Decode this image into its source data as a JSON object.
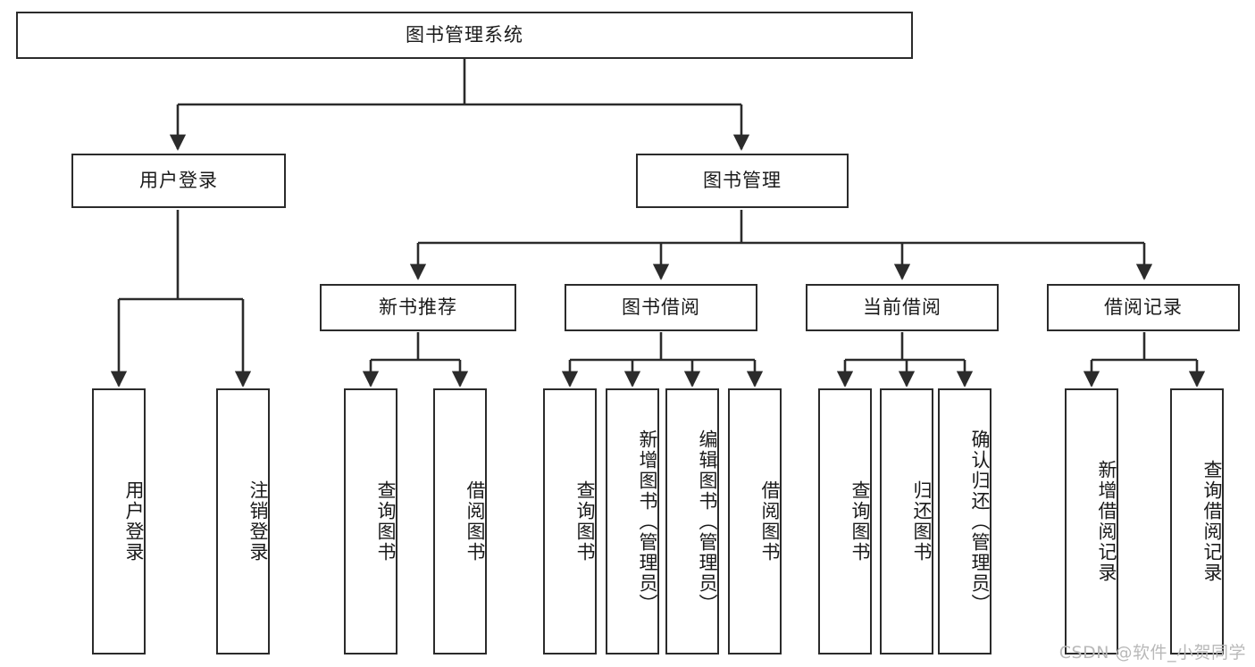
{
  "diagram": {
    "title": "图书管理系统",
    "type": "tree-hierarchy",
    "background_color": "#ffffff",
    "line_color": "#2b2b2b",
    "box_border_color": "#2b2b2b",
    "box_fill_color": "#ffffff",
    "text_color": "#1a1a1a"
  },
  "root": {
    "label": "图书管理系统"
  },
  "level2": {
    "user_login": {
      "label": "用户登录"
    },
    "book_manage": {
      "label": "图书管理"
    }
  },
  "level3": {
    "new_book_rec": {
      "label": "新书推荐"
    },
    "book_borrow": {
      "label": "图书借阅"
    },
    "current_borrow": {
      "label": "当前借阅"
    },
    "borrow_record": {
      "label": "借阅记录"
    }
  },
  "leaves": {
    "user_login": [
      {
        "label": "用户登录"
      },
      {
        "label": "注销登录"
      }
    ],
    "new_book_rec": [
      {
        "label": "查询图书"
      },
      {
        "label": "借阅图书"
      }
    ],
    "book_borrow": [
      {
        "label": "查询图书"
      },
      {
        "label": "新增图书（管理员）"
      },
      {
        "label": "编辑图书（管理员）"
      },
      {
        "label": "借阅图书"
      }
    ],
    "current_borrow": [
      {
        "label": "查询图书"
      },
      {
        "label": "归还图书"
      },
      {
        "label": "确认归还（管理员）"
      }
    ],
    "borrow_record": [
      {
        "label": "新增借阅记录"
      },
      {
        "label": "查询借阅记录"
      }
    ]
  },
  "watermark": {
    "text": "CSDN @软件_小贺同学"
  }
}
